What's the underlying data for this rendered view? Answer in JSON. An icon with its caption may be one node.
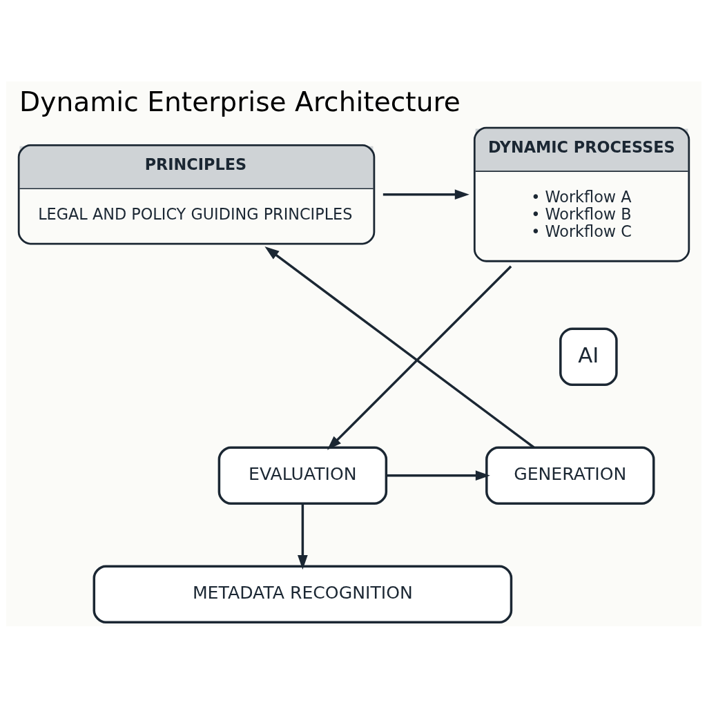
{
  "diagram": {
    "title": "Dynamic Enterprise Architecture",
    "nodes": [
      {
        "text": [
          "PRINCIPLES",
          "LEGAL AND POLICY GUIDING PRINCIPLES"
        ]
      },
      {
        "text": [
          "DYNAMIC PROCESSES",
          "• Workflow A",
          "• Workflow B",
          "• Workflow C"
        ]
      },
      {
        "text": [
          "AI"
        ]
      },
      {
        "text": [
          "GENERATION"
        ]
      },
      {
        "text": [
          "EVALUATION"
        ]
      },
      {
        "text": [
          "METADATA RECOGNITION"
        ]
      }
    ],
    "edges": [
      {
        "from": 0,
        "to": 1,
        "arrow": "to"
      },
      {
        "from": 1,
        "to": 4,
        "arrow": "to"
      },
      {
        "from": 4,
        "to": 3,
        "arrow": "to"
      },
      {
        "from": 3,
        "to": 0,
        "arrow": "to"
      },
      {
        "from": 4,
        "to": 5,
        "arrow": "to"
      }
    ]
  }
}
